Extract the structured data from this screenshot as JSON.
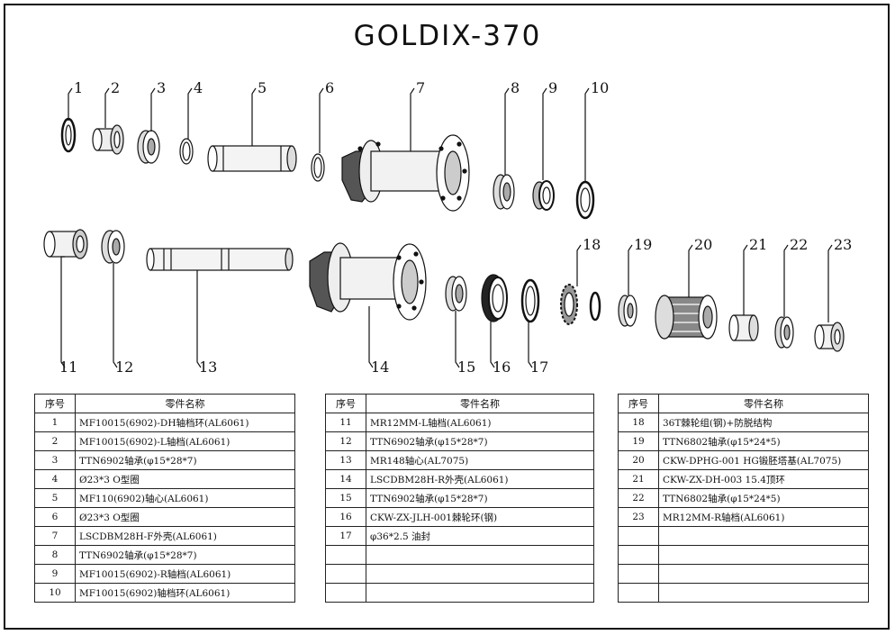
{
  "title": "GOLDIX-370",
  "callouts": [
    "1",
    "2",
    "3",
    "4",
    "5",
    "6",
    "7",
    "8",
    "9",
    "10",
    "11",
    "12",
    "13",
    "14",
    "15",
    "16",
    "17",
    "18",
    "19",
    "20",
    "21",
    "22",
    "23"
  ],
  "tables": [
    {
      "header": {
        "index": "序号",
        "name": "零件名称"
      },
      "rows": [
        {
          "index": "1",
          "name": "MF10015(6902)-DH轴档环(AL6061)"
        },
        {
          "index": "2",
          "name": "MF10015(6902)-L轴档(AL6061)"
        },
        {
          "index": "3",
          "name": "TTN6902轴承(φ15*28*7)"
        },
        {
          "index": "4",
          "name": "Ø23*3 O型圈"
        },
        {
          "index": "5",
          "name": "MF110(6902)轴心(AL6061)"
        },
        {
          "index": "6",
          "name": "Ø23*3 O型圈"
        },
        {
          "index": "7",
          "name": "LSCDBM28H-F外壳(AL6061)"
        },
        {
          "index": "8",
          "name": "TTN6902轴承(φ15*28*7)"
        },
        {
          "index": "9",
          "name": "MF10015(6902)-R轴档(AL6061)"
        },
        {
          "index": "10",
          "name": "MF10015(6902)轴档环(AL6061)"
        }
      ]
    },
    {
      "header": {
        "index": "序号",
        "name": "零件名称"
      },
      "rows": [
        {
          "index": "11",
          "name": "MR12MM-L轴档(AL6061)"
        },
        {
          "index": "12",
          "name": "TTN6902轴承(φ15*28*7)"
        },
        {
          "index": "13",
          "name": "MR148轴心(AL7075)"
        },
        {
          "index": "14",
          "name": "LSCDBM28H-R外壳(AL6061)"
        },
        {
          "index": "15",
          "name": "TTN6902轴承(φ15*28*7)"
        },
        {
          "index": "16",
          "name": "CKW-ZX-JLH-001棘轮环(钢)"
        },
        {
          "index": "17",
          "name": "φ36*2.5 油封"
        },
        {
          "index": "",
          "name": ""
        },
        {
          "index": "",
          "name": ""
        },
        {
          "index": "",
          "name": ""
        }
      ]
    },
    {
      "header": {
        "index": "序号",
        "name": "零件名称"
      },
      "rows": [
        {
          "index": "18",
          "name": "36T棘轮组(钢)+防脱结构"
        },
        {
          "index": "19",
          "name": "TTN6802轴承(φ15*24*5)"
        },
        {
          "index": "20",
          "name": "CKW-DPHG-001 HG锻胚塔基(AL7075)"
        },
        {
          "index": "21",
          "name": "CKW-ZX-DH-003 15.4顶环"
        },
        {
          "index": "22",
          "name": "TTN6802轴承(φ15*24*5)"
        },
        {
          "index": "23",
          "name": "MR12MM-R轴档(AL6061)"
        },
        {
          "index": "",
          "name": ""
        },
        {
          "index": "",
          "name": ""
        },
        {
          "index": "",
          "name": ""
        },
        {
          "index": "",
          "name": ""
        }
      ]
    }
  ]
}
